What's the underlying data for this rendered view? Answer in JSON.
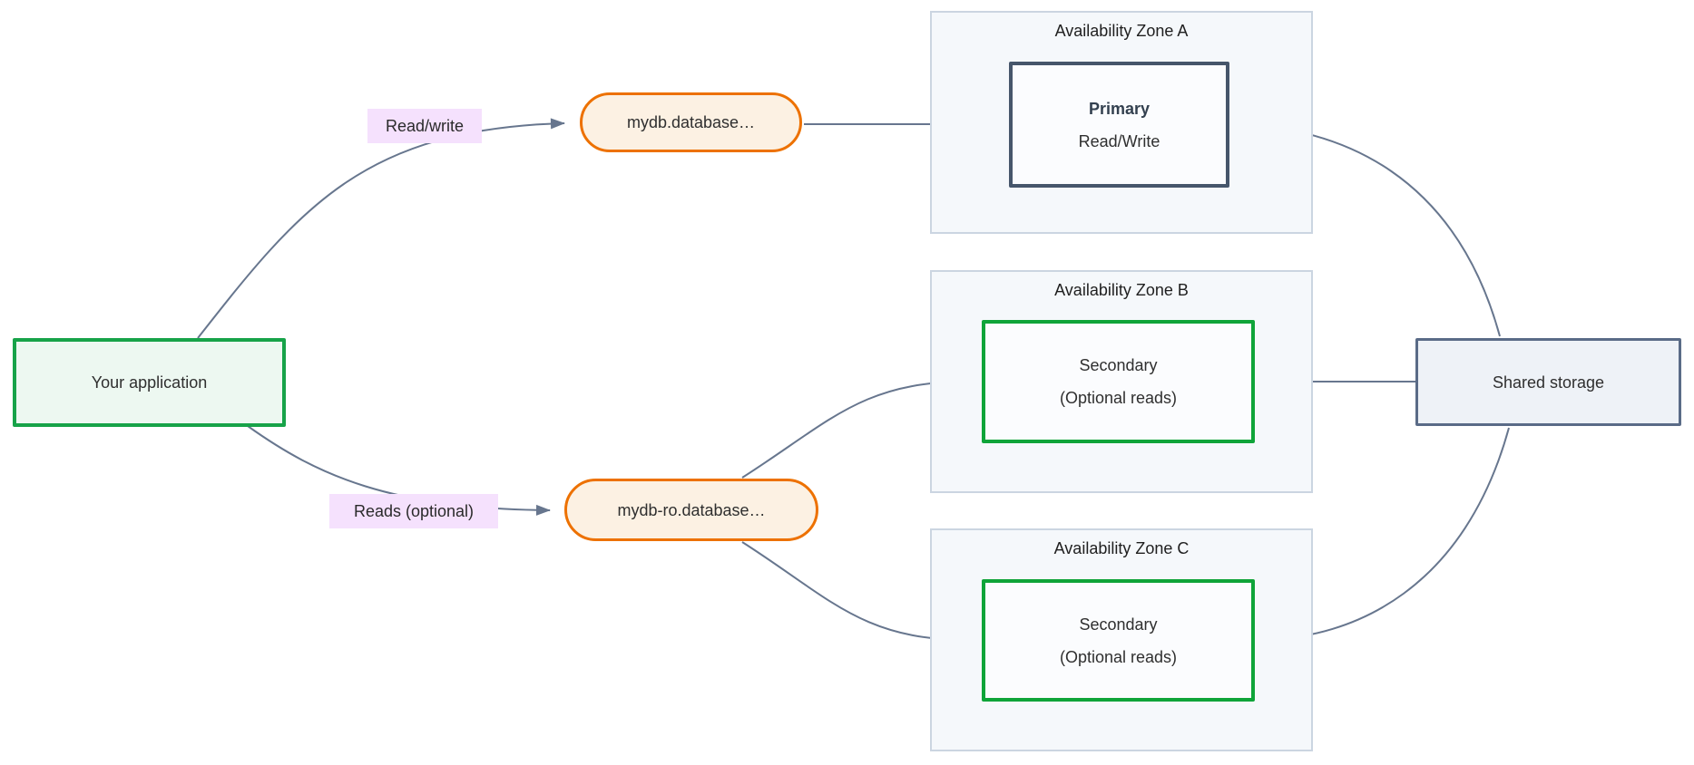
{
  "colors": {
    "edge": "#67768E",
    "application_border": "#17A349",
    "application_fill": "#EDF8F1",
    "primary_border": "#46566B",
    "secondary_border": "#0FA439",
    "db_node_fill": "#FBFCFE",
    "zone_border": "#CBD5E1",
    "zone_fill": "#F5F8FB",
    "storage_border": "#5A6B87",
    "storage_fill": "#EEF2F7",
    "endpoint_border": "#ED7100",
    "endpoint_fill": "#FCF1E3",
    "edge_label_bg": "#F5E1FD"
  },
  "application": {
    "label": "Your application"
  },
  "edge_labels": {
    "read_write": "Read/write",
    "reads_optional": "Reads (optional)"
  },
  "endpoints": {
    "writer": {
      "label": "mydb.database…"
    },
    "reader": {
      "label": "mydb-ro.database…"
    }
  },
  "zones": [
    {
      "title": "Availability Zone A",
      "node": {
        "title": "Primary",
        "subtitle": "Read/Write"
      }
    },
    {
      "title": "Availability Zone B",
      "node": {
        "title": "Secondary",
        "subtitle": "(Optional reads)"
      }
    },
    {
      "title": "Availability Zone C",
      "node": {
        "title": "Secondary",
        "subtitle": "(Optional reads)"
      }
    }
  ],
  "storage": {
    "label": "Shared storage"
  }
}
